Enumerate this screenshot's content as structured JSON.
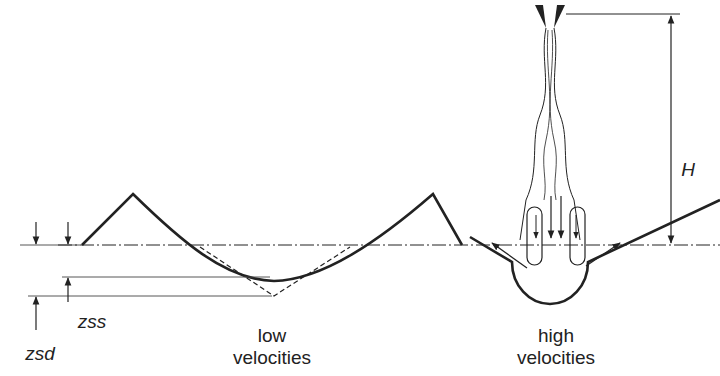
{
  "diagram": {
    "labels": [
      "H",
      "zss",
      "zsd",
      "low velocities",
      "high velocities"
    ]
  }
}
